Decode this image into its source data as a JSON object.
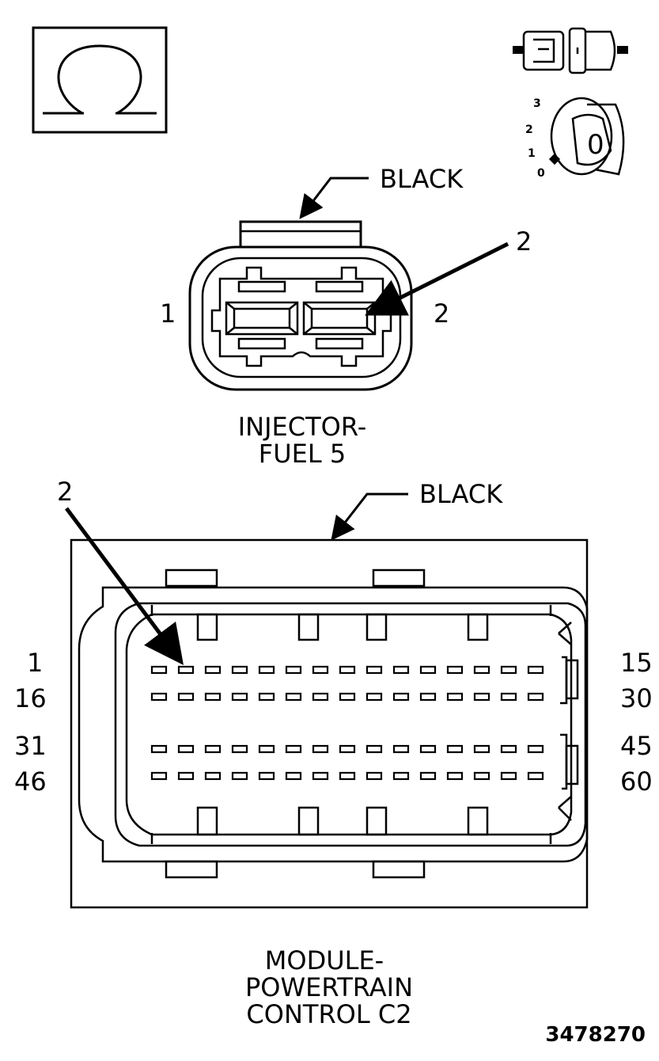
{
  "ohm_symbol": "Ω",
  "key_positions": [
    "3",
    "2",
    "1",
    "0"
  ],
  "key_value": "0",
  "injector": {
    "color_label": "BLACK",
    "callout": "2",
    "pin_left": "1",
    "pin_right": "2",
    "title_line1": "INJECTOR-",
    "title_line2": "FUEL 5"
  },
  "pcm": {
    "color_label": "BLACK",
    "callout": "2",
    "row_labels_left": [
      "1",
      "16",
      "31",
      "46"
    ],
    "row_labels_right": [
      "15",
      "30",
      "45",
      "60"
    ],
    "title_line1": "MODULE-",
    "title_line2": "POWERTRAIN",
    "title_line3": "CONTROL C2"
  },
  "figure_id": "3478270"
}
